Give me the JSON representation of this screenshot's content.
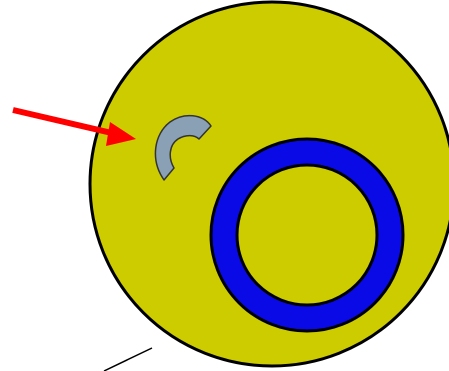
{
  "colors": {
    "background": "#ffffff",
    "disc_fill": "#cccc00",
    "disc_stroke": "#000000",
    "ring_fill": "#0a0ae6",
    "ring_stroke": "#000000",
    "crescent_fill": "#8aa0b4",
    "crescent_stroke": "#333333",
    "arrow": "#ff0000",
    "line": "#000000"
  },
  "shapes": {
    "large_disc": "yellow-disc",
    "ring": "blue-ring",
    "small_arc": "grey-crescent",
    "pointer": "red-arrow",
    "stray_line": "black-line"
  }
}
